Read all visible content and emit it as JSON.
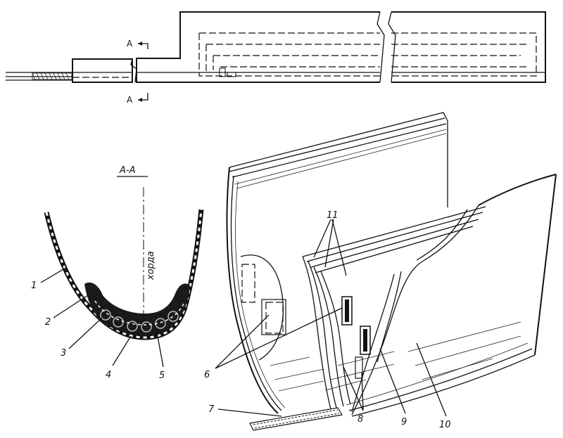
{
  "section_marks": {
    "top": "А",
    "bottom": "А",
    "section_title": "А-А"
  },
  "chord_label": "хорда",
  "callouts": [
    "1",
    "2",
    "3",
    "4",
    "5",
    "6",
    "7",
    "8",
    "9",
    "10",
    "11"
  ]
}
